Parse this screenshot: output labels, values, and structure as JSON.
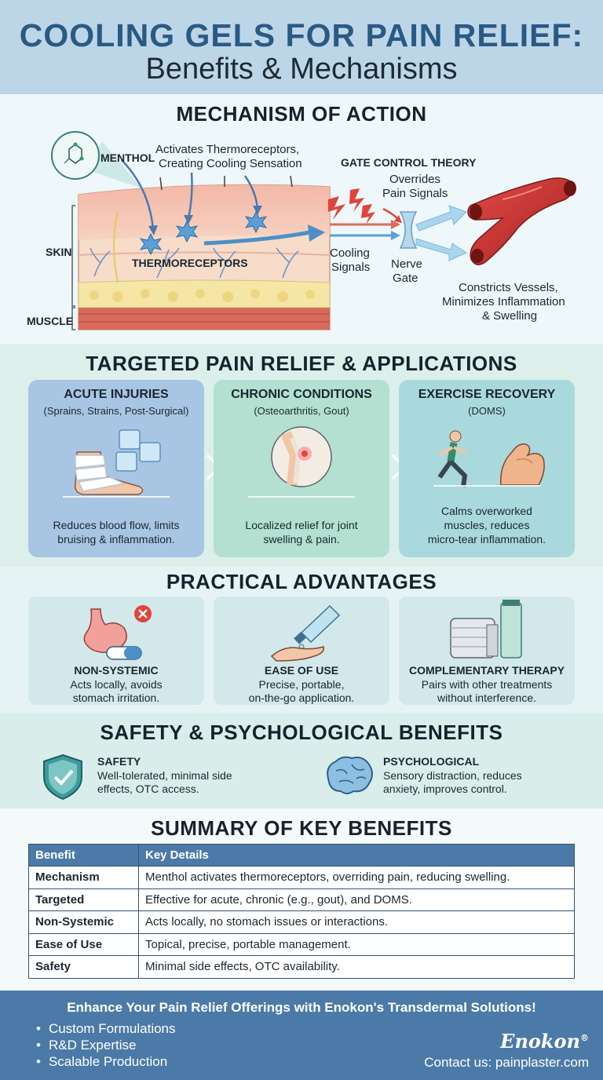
{
  "title": {
    "line1": "COOLING GELS FOR PAIN RELIEF:",
    "line2": "Benefits & Mechanisms"
  },
  "mechanism": {
    "heading": "MECHANISM OF ACTION",
    "menthol": "MENTHOL",
    "activates_1": "Activates Thermoreceptors,",
    "activates_2": "Creating Cooling Sensation",
    "thermoreceptors": "THERMORECEPTORS",
    "skin": "SKIN",
    "muscle": "MUSCLE",
    "gate_title": "GATE CONTROL THEORY",
    "overrides_1": "Overrides",
    "overrides_2": "Pain Signals",
    "cooling_1": "Cooling",
    "cooling_2": "Signals",
    "nerve_1": "Nerve",
    "nerve_2": "Gate",
    "constricts_1": "Constricts Vessels,",
    "constricts_2": "Minimizes Inflammation",
    "constricts_3": "& Swelling"
  },
  "targeted": {
    "heading": "TARGETED PAIN RELIEF & APPLICATIONS",
    "cards": [
      {
        "title": "ACUTE INJURIES",
        "sub": "(Sprains, Strains, Post-Surgical)",
        "desc_1": "Reduces blood flow, limits",
        "desc_2": "bruising & inflammation.",
        "color": "#a8c6e3"
      },
      {
        "title": "CHRONIC CONDITIONS",
        "sub": "(Osteoarthritis, Gout)",
        "desc_1": "Localized relief for joint",
        "desc_2": "swelling & pain.",
        "color": "#b3e0d0"
      },
      {
        "title": "EXERCISE RECOVERY",
        "sub": "(DOMS)",
        "desc_1": "Calms overworked",
        "desc_2": "muscles, reduces",
        "desc_3": "micro-tear inflammation.",
        "color": "#a9d9dc"
      }
    ]
  },
  "advantages": {
    "heading": "PRACTICAL ADVANTAGES",
    "cards": [
      {
        "title": "NON-SYSTEMIC",
        "desc_1": "Acts locally, avoids",
        "desc_2": "stomach irritation."
      },
      {
        "title": "EASE OF USE",
        "desc_1": "Precise, portable,",
        "desc_2": "on-the-go application."
      },
      {
        "title": "COMPLEMENTARY THERAPY",
        "desc_1": "Pairs with other treatments",
        "desc_2": "without interference."
      }
    ]
  },
  "safety": {
    "heading": "SAFETY & PSYCHOLOGICAL BENEFITS",
    "safety_title": "SAFETY",
    "safety_desc_1": "Well-tolerated, minimal side",
    "safety_desc_2": "effects, OTC access.",
    "psych_title": "PSYCHOLOGICAL",
    "psych_desc_1": "Sensory distraction, reduces",
    "psych_desc_2": "anxiety, improves control."
  },
  "summary": {
    "heading": "SUMMARY OF KEY BENEFITS",
    "col_benefit": "Benefit",
    "col_details": "Key Details",
    "rows": [
      {
        "benefit": "Mechanism",
        "details": "Menthol activates thermoreceptors, overriding pain, reducing swelling."
      },
      {
        "benefit": "Targeted",
        "details": "Effective for acute, chronic (e.g., gout), and DOMS."
      },
      {
        "benefit": "Non-Systemic",
        "details": "Acts locally, no stomach issues or interactions."
      },
      {
        "benefit": "Ease of Use",
        "details": "Topical, precise, portable management."
      },
      {
        "benefit": "Safety",
        "details": "Minimal side effects, OTC availability."
      }
    ]
  },
  "footer": {
    "headline": "Enhance Your Pain Relief Offerings with Enokon's Transdermal Solutions!",
    "items": [
      "Custom Formulations",
      "R&D Expertise",
      "Scalable Production"
    ],
    "brand": "Enokon",
    "registered": "®",
    "contact": "Contact us: painplaster.com"
  },
  "colors": {
    "title_blue": "#2a5a84",
    "table_header": "#4c7aa8",
    "footer_bg": "#4c7aa8"
  }
}
